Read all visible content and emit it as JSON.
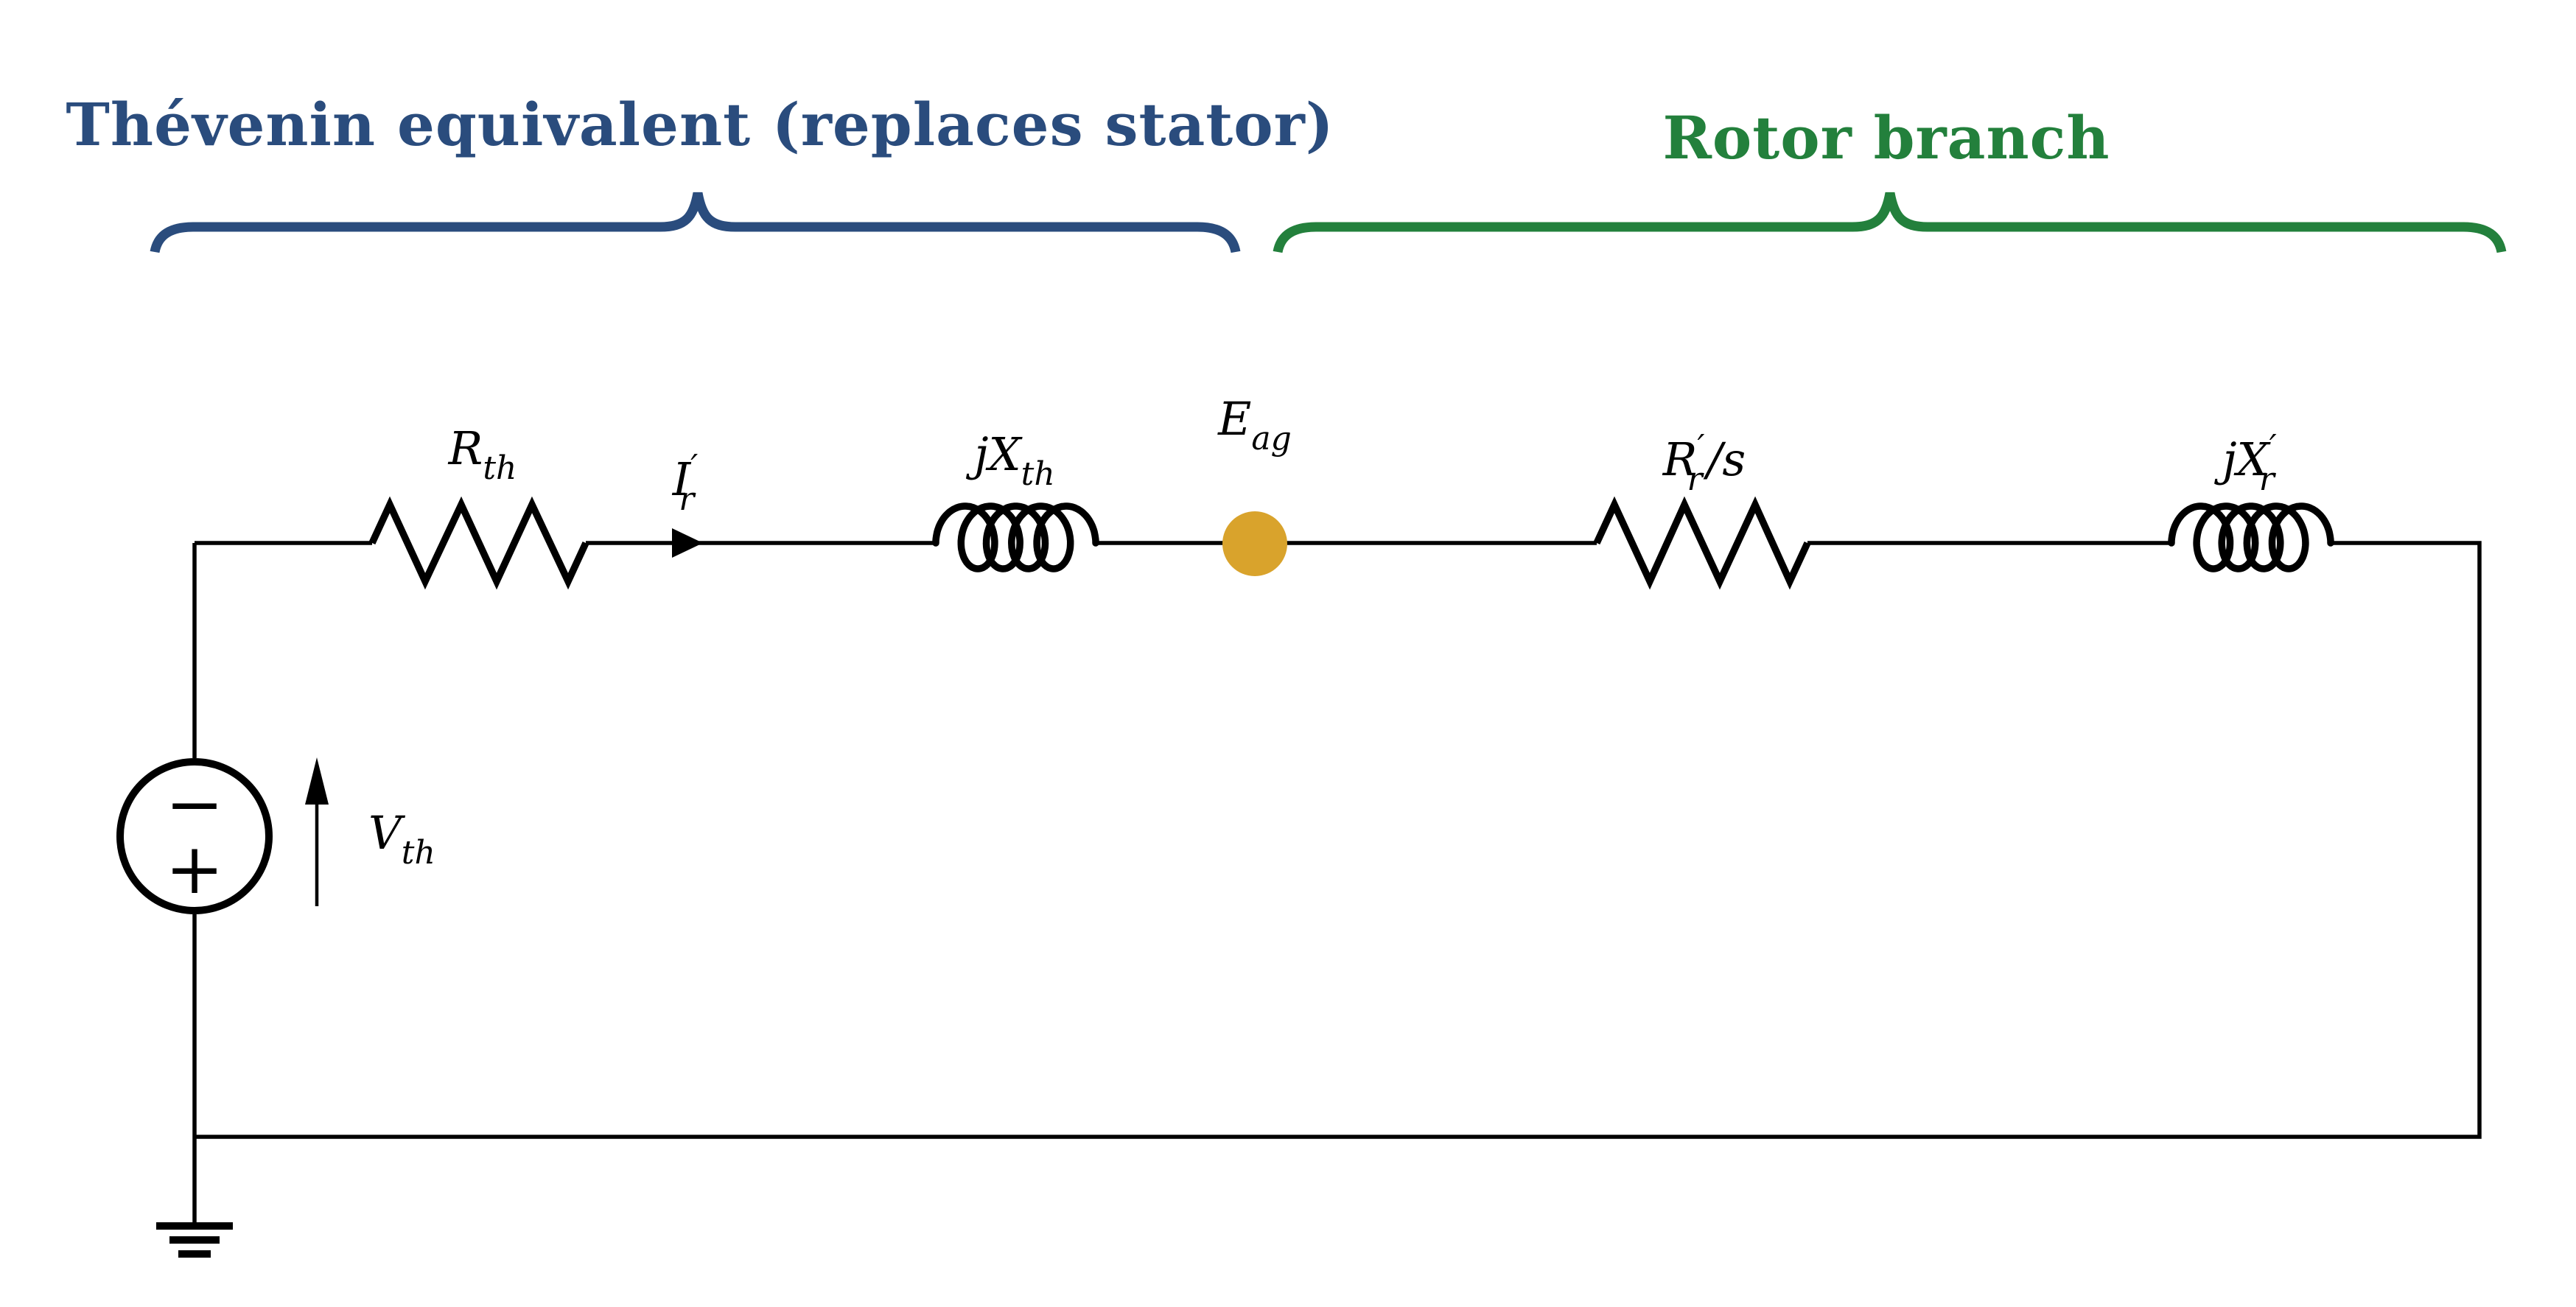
{
  "titles": {
    "stator": "Thévenin equivalent (replaces stator)",
    "rotor": "Rotor branch"
  },
  "colors": {
    "stator_blue": "#2a4c7d",
    "rotor_green": "#23803c",
    "airgap_gold": "#d9a32c",
    "ink": "#000000"
  },
  "labels": {
    "r_th": {
      "main": "R",
      "prime": "",
      "sub": "th",
      "suffix": ""
    },
    "i_r": {
      "main": "I",
      "prime": "′",
      "sub": "r",
      "suffix": ""
    },
    "jx_th": {
      "main": "jX",
      "prime": "",
      "sub": "th",
      "suffix": ""
    },
    "e_ag": {
      "main": "E",
      "prime": "",
      "sub": "ag",
      "suffix": ""
    },
    "r_r_over_s": {
      "main": "R",
      "prime": "′",
      "sub": "r",
      "suffix": "/s"
    },
    "jx_r": {
      "main": "jX",
      "prime": "′",
      "sub": "r",
      "suffix": ""
    },
    "v_th": {
      "main": "V",
      "prime": "",
      "sub": "th",
      "suffix": ""
    }
  },
  "source": {
    "minus": "−",
    "plus": "+"
  }
}
